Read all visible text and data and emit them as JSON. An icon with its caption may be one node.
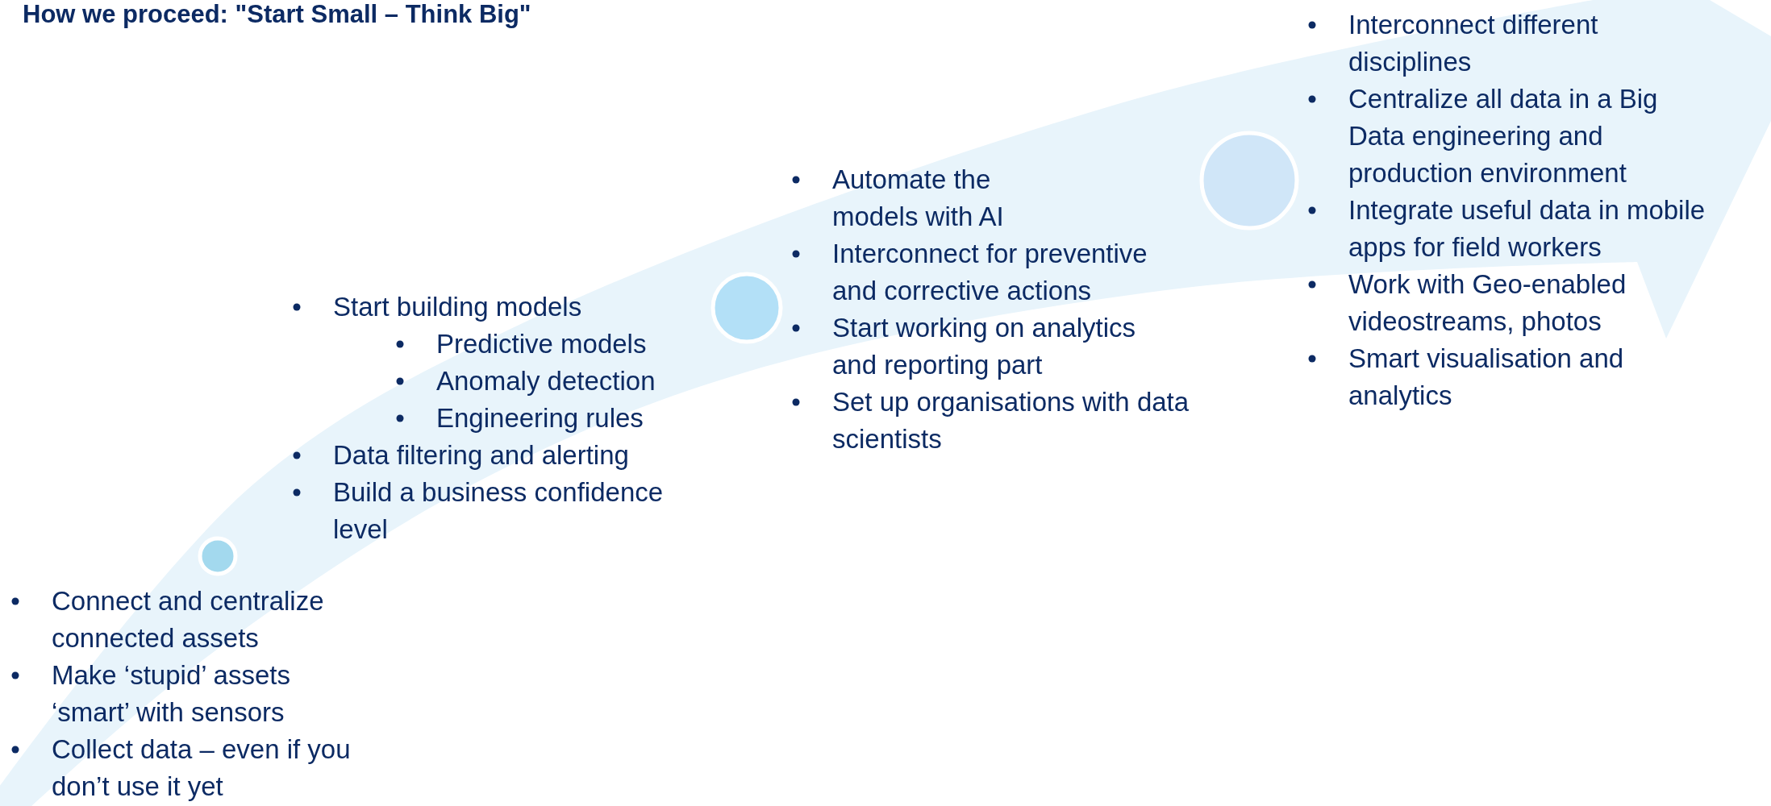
{
  "diagram": {
    "title": "How we proceed: \"Start Small – Think Big\"",
    "nodes": [
      {
        "text": [],
        "shape": "circle"
      },
      {
        "text": [],
        "shape": "circle"
      },
      {
        "text": [],
        "shape": "circle"
      }
    ],
    "labels": [
      "Connect and centralize connected assets",
      "Make ‘stupid’ assets ‘smart’ with sensors",
      "Collect data – even if you don’t use it yet",
      "Start building models",
      "Predictive models",
      "Anomaly detection",
      "Engineering rules",
      "Data filtering and alerting",
      "Build a business confidence level",
      "Automate the models with AI",
      "Interconnect for preventive and corrective actions",
      "Start working on analytics and reporting part",
      "Set up organisations with data scientists",
      "Interconnect different disciplines",
      "Centralize all data in a Big Data engineering and production environment",
      "Integrate useful data in mobile apps for field workers",
      "Work with Geo-enabled videostreams, photos",
      "Smart visualisation and analytics"
    ]
  }
}
